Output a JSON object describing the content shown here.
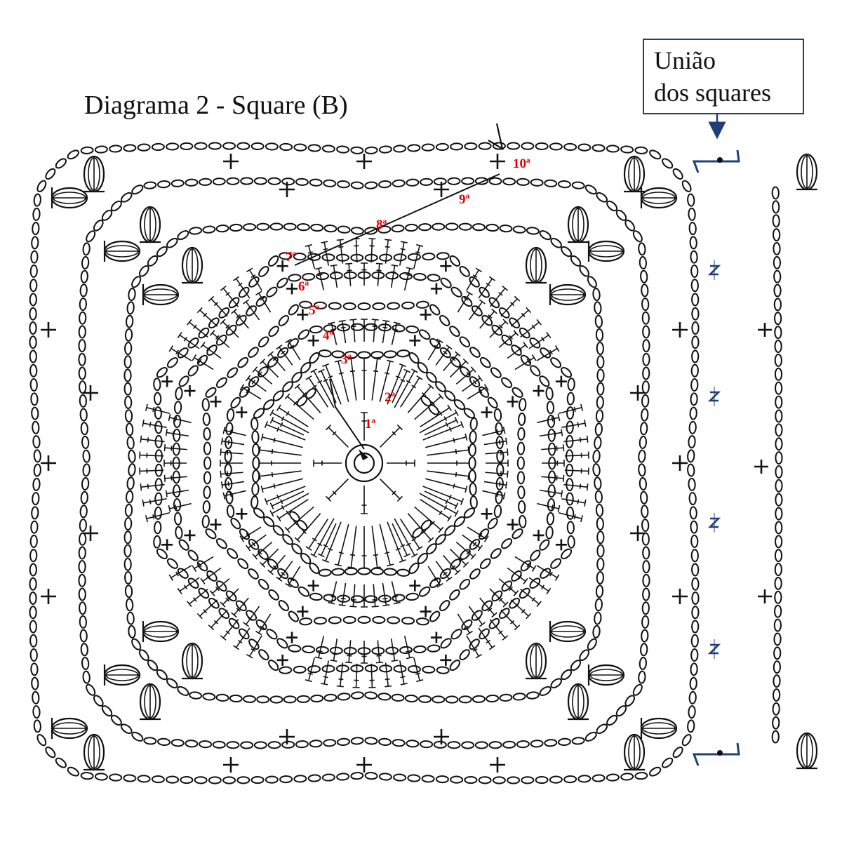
{
  "diagram": {
    "title": "Diagrama 2 - Square (B)",
    "join_label_line1": "União",
    "join_label_line2": "dos squares",
    "rounds": [
      "1ª",
      "2ª",
      "3ª",
      "4ª",
      "5ª",
      "6ª",
      "7ª",
      "8ª",
      "9ª",
      "10ª"
    ],
    "colors": {
      "stitch": "#111111",
      "round_label": "#e00000",
      "join": "#1f3f78"
    }
  }
}
